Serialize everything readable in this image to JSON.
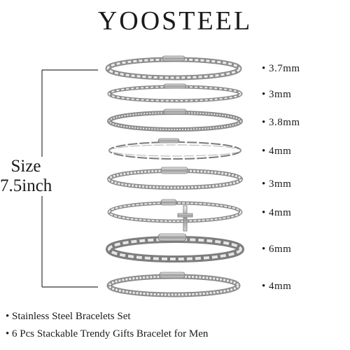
{
  "brand": "YOOSTEEL",
  "size": {
    "line1": "Size",
    "line2": "7.5inch"
  },
  "bracelets": [
    {
      "width": "• 3.7mm",
      "style": "figaro"
    },
    {
      "width": "• 3mm",
      "style": "figaro"
    },
    {
      "width": "• 3.8mm",
      "style": "franco"
    },
    {
      "width": "• 4mm",
      "style": "paperclip"
    },
    {
      "width": "• 3mm",
      "style": "box"
    },
    {
      "width": "• 4mm",
      "style": "curb-cross"
    },
    {
      "width": "• 6mm",
      "style": "cuban"
    },
    {
      "width": "• 4mm",
      "style": "franco"
    }
  ],
  "features": [
    "• Stainless Steel Bracelets Set",
    "• 6 Pcs Stackable Trendy Gifts Bracelet for Men"
  ]
}
